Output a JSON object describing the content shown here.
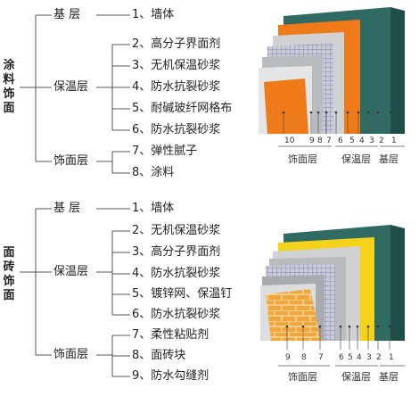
{
  "sections": [
    {
      "title": "涂料饰面",
      "title_chars": [
        "涂",
        "料",
        "饰",
        "面"
      ],
      "groups": [
        {
          "label": "基    层",
          "items": [
            "1、墙体"
          ]
        },
        {
          "label": "保温层",
          "items": [
            "2、高分子界面剂",
            "3、无机保温砂浆",
            "4、防水抗裂砂浆",
            "5、耐碱玻纤网格布",
            "6、防水抗裂砂浆"
          ]
        },
        {
          "label": "饰面层",
          "items": [
            "7、弹性腻子",
            "8、涂料"
          ]
        }
      ],
      "figure_numbers": [
        "10",
        "9",
        "8",
        "7",
        "6",
        "5",
        "4",
        "3",
        "2",
        "1"
      ],
      "figure_captions": [
        "饰面层",
        "保温层",
        "基层"
      ]
    },
    {
      "title": "面砖饰面",
      "title_chars": [
        "面",
        "砖",
        "饰",
        "面"
      ],
      "groups": [
        {
          "label": "基    层",
          "items": [
            "1、墙体"
          ]
        },
        {
          "label": "保温层",
          "items": [
            "2、无机保温砂浆",
            "3、高分子界面剂",
            "4、防水抗裂砂浆",
            "5、镀锌网、保温钉",
            "6、防水抗裂砂浆"
          ]
        },
        {
          "label": "饰面层",
          "items": [
            "7、柔性粘贴剂",
            "8、面砖块",
            "9、防水勾缝剂"
          ]
        }
      ],
      "figure_numbers": [
        "9",
        "8",
        "7",
        "6",
        "5",
        "4",
        "3",
        "2",
        "1"
      ],
      "figure_captions": [
        "饰面层",
        "保温层",
        "基层"
      ]
    }
  ],
  "colors": {
    "wall": "#2f6b62",
    "wall_top": "#1e4e47",
    "orange": "#ee7a1a",
    "yellow": "#f5d21a",
    "tile": "#f2a53a",
    "grey": "#b9bcbf",
    "line": "#555555"
  }
}
